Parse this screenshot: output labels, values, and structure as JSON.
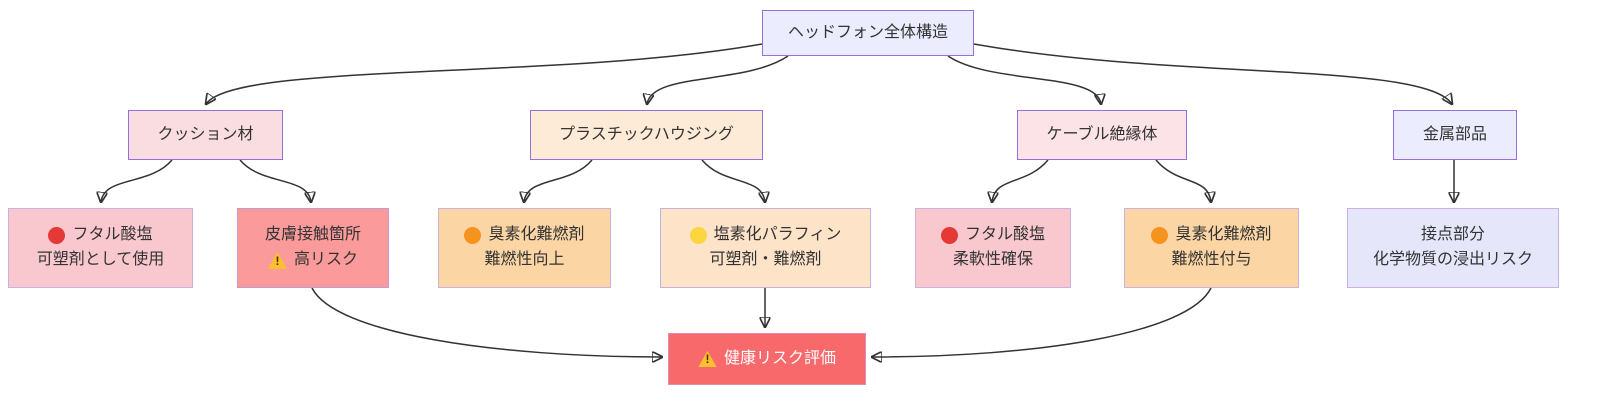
{
  "diagram": {
    "type": "flowchart",
    "direction": "top-down",
    "title_node": "ヘッドフォン全体構造",
    "colors": {
      "default_fill": "#ececff",
      "default_border": "#9370db",
      "pale_border": "#c9b3de",
      "cushion_fill": "#fadde1",
      "housing_fill": "#fdebd8",
      "cable_fill": "#fbe3e8",
      "metal_fill": "#ececff",
      "phthalate_fill": "#f9c8ce",
      "skin_contact_fill": "#fa9a9a",
      "brominated_fill": "#fbd6a4",
      "chlorinated_fill": "#fde3c8",
      "contact_fill": "#e6e6fa",
      "risk_banner_fill": "#f8696b",
      "risk_banner_border": "#e08ab4",
      "risk_banner_text": "#ffffff",
      "edge_color": "#333333",
      "text_color": "#333333",
      "red_circle": "#e53935",
      "orange_circle": "#f6921e",
      "yellow_circle": "#fcd53f",
      "warning_yellow": "#fbc02d"
    },
    "nodes": [
      {
        "id": "headphone-structure",
        "lines": [
          "ヘッドフォン全体構造"
        ]
      },
      {
        "id": "cushion-material",
        "lines": [
          "クッション材"
        ]
      },
      {
        "id": "plastic-housing",
        "lines": [
          "プラスチックハウジング"
        ]
      },
      {
        "id": "cable-insulation",
        "lines": [
          "ケーブル絶縁体"
        ]
      },
      {
        "id": "metal-parts",
        "lines": [
          "金属部品"
        ]
      },
      {
        "id": "cushion-phthalates",
        "icon": "red-circle",
        "lines": [
          "フタル酸塩",
          "可塑剤として使用"
        ]
      },
      {
        "id": "skin-contact",
        "icon": "warning",
        "lines": [
          "皮膚接触箇所",
          "高リスク"
        ]
      },
      {
        "id": "housing-brominated",
        "icon": "orange-circle",
        "lines": [
          "臭素化難燃剤",
          "難燃性向上"
        ]
      },
      {
        "id": "chlorinated-paraffin",
        "icon": "yellow-circle",
        "lines": [
          "塩素化パラフィン",
          "可塑剤・難燃剤"
        ]
      },
      {
        "id": "cable-phthalates",
        "icon": "red-circle",
        "lines": [
          "フタル酸塩",
          "柔軟性確保"
        ]
      },
      {
        "id": "cable-brominated",
        "icon": "orange-circle",
        "lines": [
          "臭素化難燃剤",
          "難燃性付与"
        ]
      },
      {
        "id": "contact-points",
        "lines": [
          "接点部分",
          "化学物質の浸出リスク"
        ]
      },
      {
        "id": "health-risk-assessment",
        "icon": "warning",
        "lines": [
          "健康リスク評価"
        ]
      }
    ],
    "edges": [
      {
        "from": "headphone-structure",
        "to": "cushion-material"
      },
      {
        "from": "headphone-structure",
        "to": "plastic-housing"
      },
      {
        "from": "headphone-structure",
        "to": "cable-insulation"
      },
      {
        "from": "headphone-structure",
        "to": "metal-parts"
      },
      {
        "from": "cushion-material",
        "to": "cushion-phthalates"
      },
      {
        "from": "cushion-material",
        "to": "skin-contact"
      },
      {
        "from": "plastic-housing",
        "to": "housing-brominated"
      },
      {
        "from": "plastic-housing",
        "to": "chlorinated-paraffin"
      },
      {
        "from": "cable-insulation",
        "to": "cable-phthalates"
      },
      {
        "from": "cable-insulation",
        "to": "cable-brominated"
      },
      {
        "from": "metal-parts",
        "to": "contact-points"
      },
      {
        "from": "skin-contact",
        "to": "health-risk-assessment"
      },
      {
        "from": "chlorinated-paraffin",
        "to": "health-risk-assessment"
      },
      {
        "from": "cable-brominated",
        "to": "health-risk-assessment"
      }
    ]
  }
}
